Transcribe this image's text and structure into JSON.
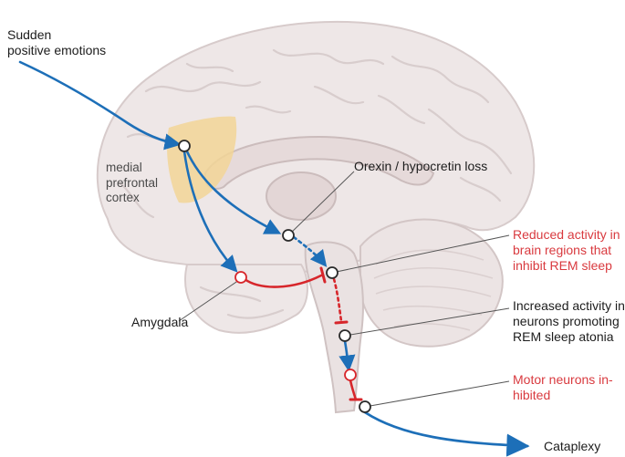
{
  "labels": {
    "trigger": [
      "Sudden",
      "positive emotions"
    ],
    "mpfc": [
      "medial",
      "prefrontal",
      "cortex"
    ],
    "orexin": "Orexin / hypocretin loss",
    "amygdala": "Amygdala",
    "reduced_activity": [
      "Reduced activity in",
      "brain regions that",
      "inhibit REM sleep"
    ],
    "increased_activity": [
      "Increased activity in",
      "neurons promoting",
      "REM sleep atonia"
    ],
    "motor_neurons": [
      "Motor neurons in-",
      "hibited"
    ],
    "outcome": "Cataplexy"
  },
  "colors": {
    "excitatory_arrow": "#1d6fb8",
    "inhibitory": "#d7262b",
    "inhibited_label": "#d93a3f",
    "prefrontal_highlight": "#f2d596",
    "brain_tissue": "#ece5e5",
    "text": "#1c1c1c"
  }
}
